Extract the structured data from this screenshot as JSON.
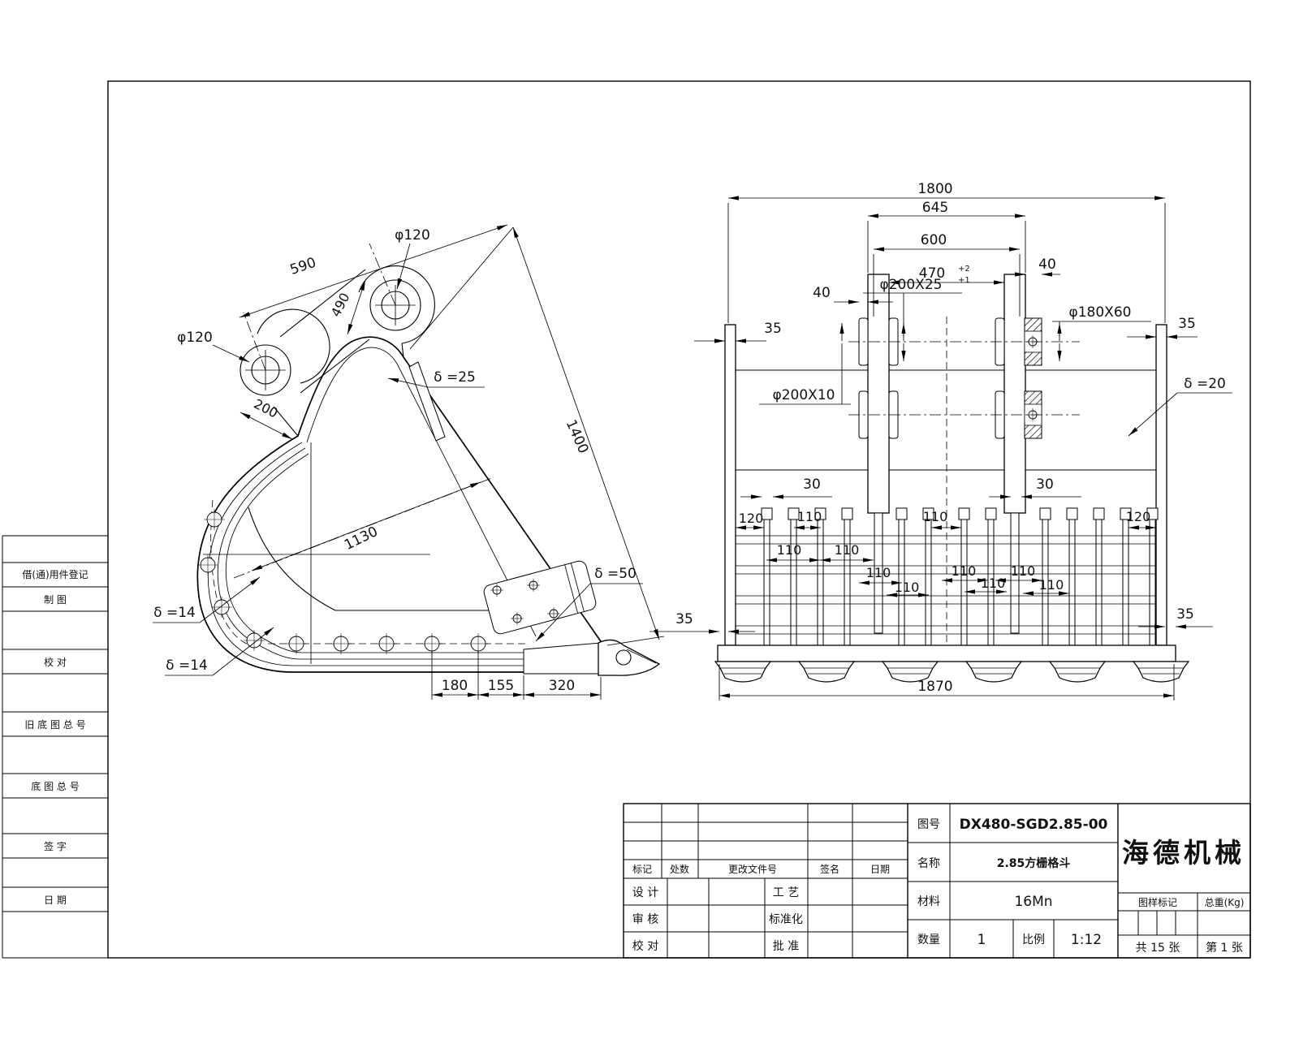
{
  "sheet": {
    "registration_column": {
      "items": [
        "借(通)用件登记",
        "制        图",
        "校        对",
        "旧 底 图 总 号",
        "底 图 总 号",
        "签        字",
        "日        期"
      ]
    },
    "title_block": {
      "revision_header": {
        "biaoji": "标记",
        "chushu": "处数",
        "wenjianhao": "更改文件号",
        "qianming": "签名",
        "riqi": "日期"
      },
      "roles": {
        "sheji": "设 计",
        "gongyi": "工 艺",
        "shenhe": "审 核",
        "biaozhunhua": "标准化",
        "jiaodui": "校 对",
        "pizhun": "批 准"
      },
      "fields": {
        "drawing_no_label": "图号",
        "drawing_no": "DX480-SGD2.85-00",
        "name_label": "名称",
        "name": "2.85方栅格斗",
        "material_label": "材料",
        "material": "16Mn",
        "qty_label": "数量",
        "qty": "1",
        "scale_label": "比例",
        "scale": "1:12"
      },
      "company": "海德机械",
      "stamp": {
        "mark": "图样标记",
        "weight": "总重(Kg)"
      },
      "sheets": {
        "total": "共 15 张",
        "current": "第 1 张"
      }
    }
  },
  "side_view": {
    "dims": {
      "d590": "590",
      "dphi120": "φ120",
      "d490": "490",
      "d200": "200",
      "d25": "δ =25",
      "d1400": "1400",
      "d1130": "1130",
      "d50": "δ =50",
      "d14": "δ =14",
      "d180": "180",
      "d155": "155",
      "d320": "320"
    }
  },
  "front_view": {
    "dims": {
      "d1800": "1800",
      "d645": "645",
      "d600": "600",
      "d470": "470",
      "d470tolu": "+2",
      "d470told": "+1",
      "d40": "40",
      "dphi200x25": "φ200X25",
      "dphi180x60": "φ180X60",
      "d35": "35",
      "dphi200x10": "φ200X10",
      "d20": "δ =20",
      "d30": "30",
      "d120": "120",
      "d110": "110",
      "d1870": "1870"
    }
  }
}
